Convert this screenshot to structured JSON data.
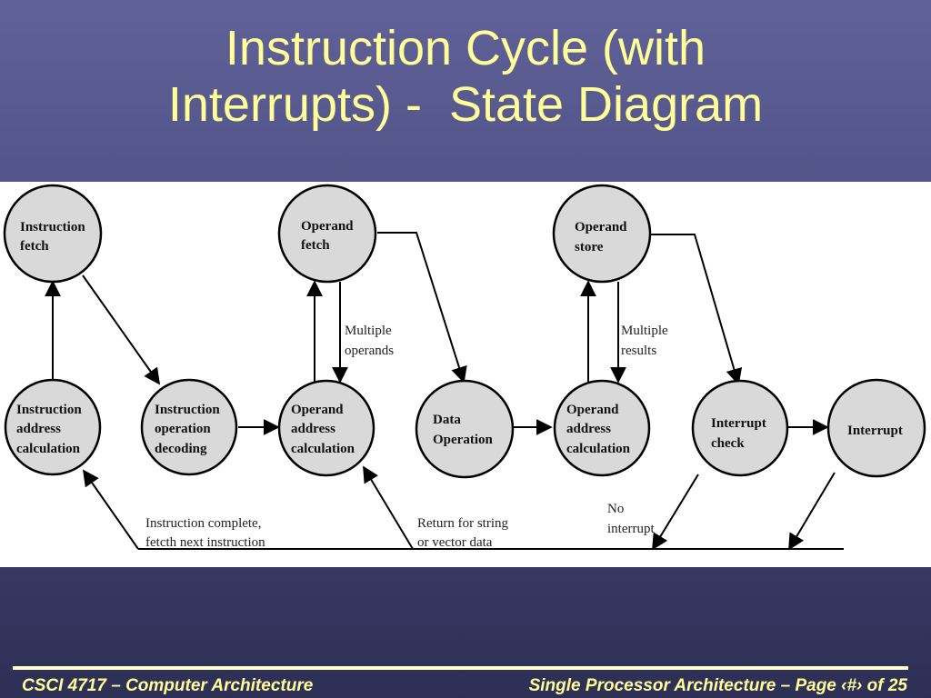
{
  "slide": {
    "title_line1": "Instruction Cycle (with",
    "title_line2": "Interrupts) -  State Diagram"
  },
  "states": {
    "instruction_fetch": [
      "Instruction",
      "fetch"
    ],
    "operand_fetch": [
      "Operand",
      "fetch"
    ],
    "operand_store": [
      "Operand",
      "store"
    ],
    "instruction_address_calculation": [
      "Instruction",
      "address",
      "calculation"
    ],
    "instruction_operation_decoding": [
      "Instruction",
      "operation",
      "decoding"
    ],
    "operand_address_calculation_1": [
      "Operand",
      "address",
      "calculation"
    ],
    "data_operation": [
      "Data",
      "Operation"
    ],
    "operand_address_calculation_2": [
      "Operand",
      "address",
      "calculation"
    ],
    "interrupt_check": [
      "Interrupt",
      "check"
    ],
    "interrupt": [
      "Interrupt"
    ]
  },
  "notes": {
    "multiple_operands": [
      "Multiple",
      "operands"
    ],
    "multiple_results": [
      "Multiple",
      "results"
    ],
    "instruction_complete": [
      "Instruction complete,",
      "fetcth next instruction"
    ],
    "return_for_string": [
      "Return for string",
      "or vector data"
    ],
    "no_interrupt": [
      "No",
      "interrupt"
    ]
  },
  "footer": {
    "left": "CSCI 4717 – Computer Architecture",
    "right": "Single Processor Architecture – Page ‹#› of 25"
  }
}
